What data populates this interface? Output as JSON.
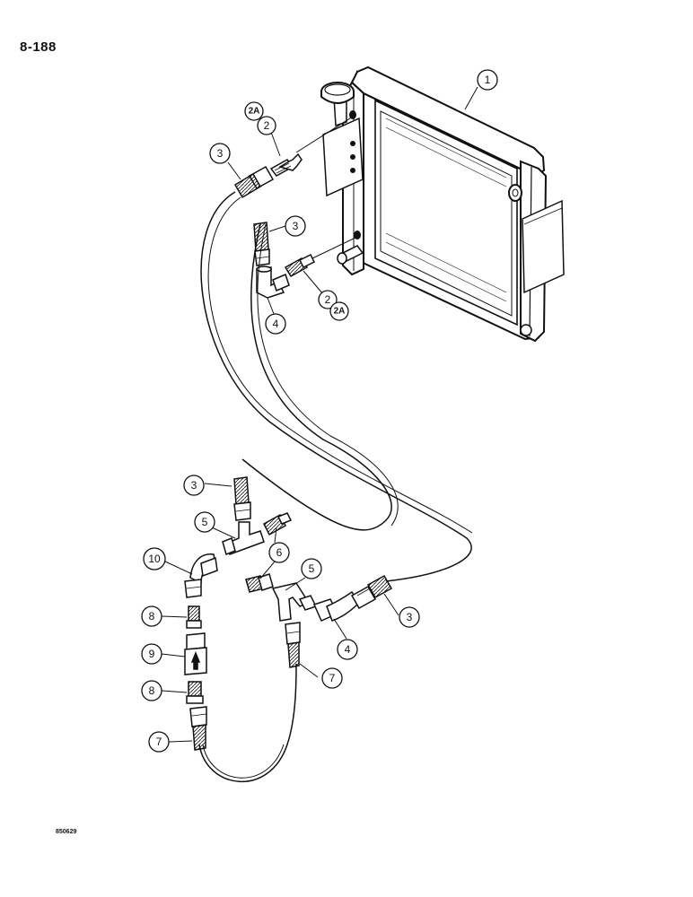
{
  "page": {
    "number": "8-188",
    "ref_code": "850629"
  },
  "callouts": [
    {
      "id": "c1",
      "label": "1"
    },
    {
      "id": "c2a",
      "label": "2A"
    },
    {
      "id": "c2",
      "label": "2"
    },
    {
      "id": "c3a",
      "label": "3"
    },
    {
      "id": "c3b",
      "label": "3"
    },
    {
      "id": "c2b",
      "label": "2"
    },
    {
      "id": "c2ab",
      "label": "2A"
    },
    {
      "id": "c4a",
      "label": "4"
    },
    {
      "id": "c3c",
      "label": "3"
    },
    {
      "id": "c5a",
      "label": "5"
    },
    {
      "id": "c6",
      "label": "6"
    },
    {
      "id": "c10",
      "label": "10"
    },
    {
      "id": "c5b",
      "label": "5"
    },
    {
      "id": "c8a",
      "label": "8"
    },
    {
      "id": "c3d",
      "label": "3"
    },
    {
      "id": "c4b",
      "label": "4"
    },
    {
      "id": "c9",
      "label": "9"
    },
    {
      "id": "c7a",
      "label": "7"
    },
    {
      "id": "c8b",
      "label": "8"
    },
    {
      "id": "c7b",
      "label": "7"
    }
  ]
}
